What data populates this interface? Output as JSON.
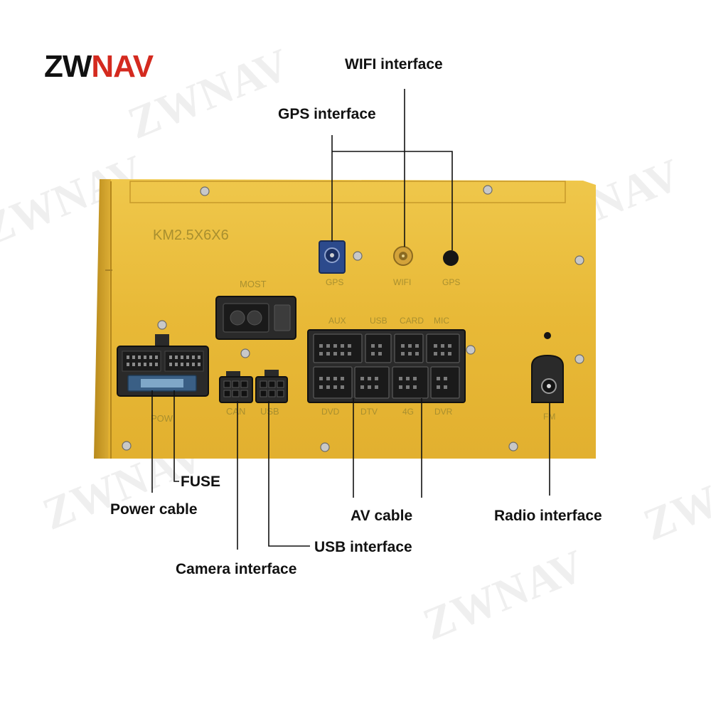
{
  "logo": {
    "zw": "ZW",
    "nav": "NAV"
  },
  "watermark": "ZWNAV",
  "colors": {
    "panel": "#e7b93a",
    "panel_dark": "#c9991f",
    "leader": "#111111",
    "logo_red": "#d42a1f",
    "connector": "#2a2a2a",
    "fakra_blue": "#2c4a8c"
  },
  "callouts": {
    "wifi": "WIFI interface",
    "gps": "GPS interface",
    "fuse": "FUSE",
    "power": "Power cable",
    "av": "AV cable",
    "radio": "Radio interface",
    "usb": "USB interface",
    "camera": "Camera interface"
  },
  "panel_text": {
    "model": "KM2.5X6X6",
    "most": "MOST",
    "gps_port": "GPS",
    "wifi_port": "WIFI",
    "gps2_port": "GPS",
    "aux": "AUX",
    "usb_top": "USB",
    "card": "CARD",
    "mic": "MIC",
    "dvd": "DVD",
    "dtv": "DTV",
    "g4": "4G",
    "dvr": "DVR",
    "pow": "POW",
    "can": "CAN",
    "usb_bottom": "USB",
    "fm": "FM"
  }
}
